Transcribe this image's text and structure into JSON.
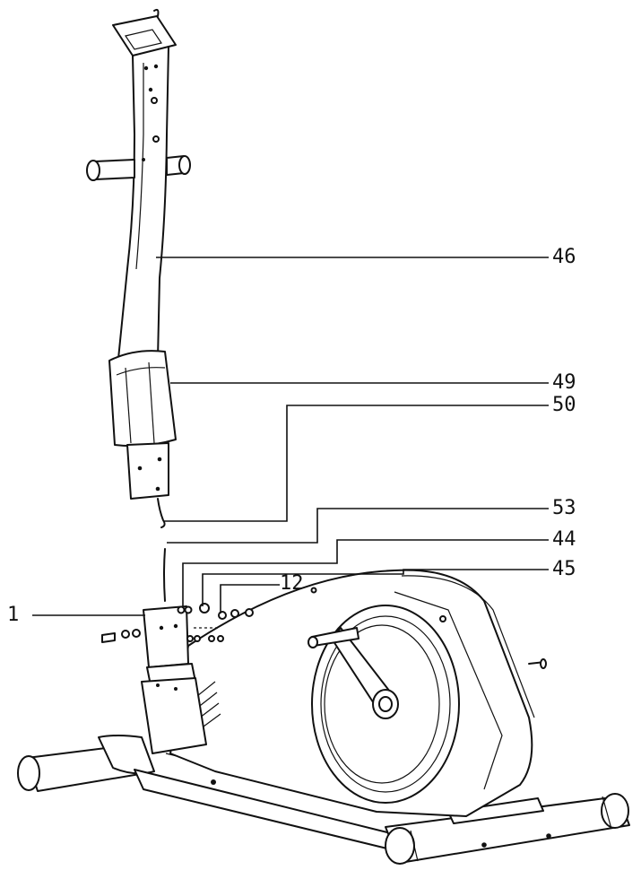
{
  "callouts": [
    {
      "id": "46",
      "label": "46"
    },
    {
      "id": "49",
      "label": "49"
    },
    {
      "id": "50",
      "label": "50"
    },
    {
      "id": "53",
      "label": "53"
    },
    {
      "id": "44",
      "label": "44"
    },
    {
      "id": "45",
      "label": "45"
    },
    {
      "id": "12",
      "label": "12"
    },
    {
      "id": "1",
      "label": "1"
    }
  ]
}
